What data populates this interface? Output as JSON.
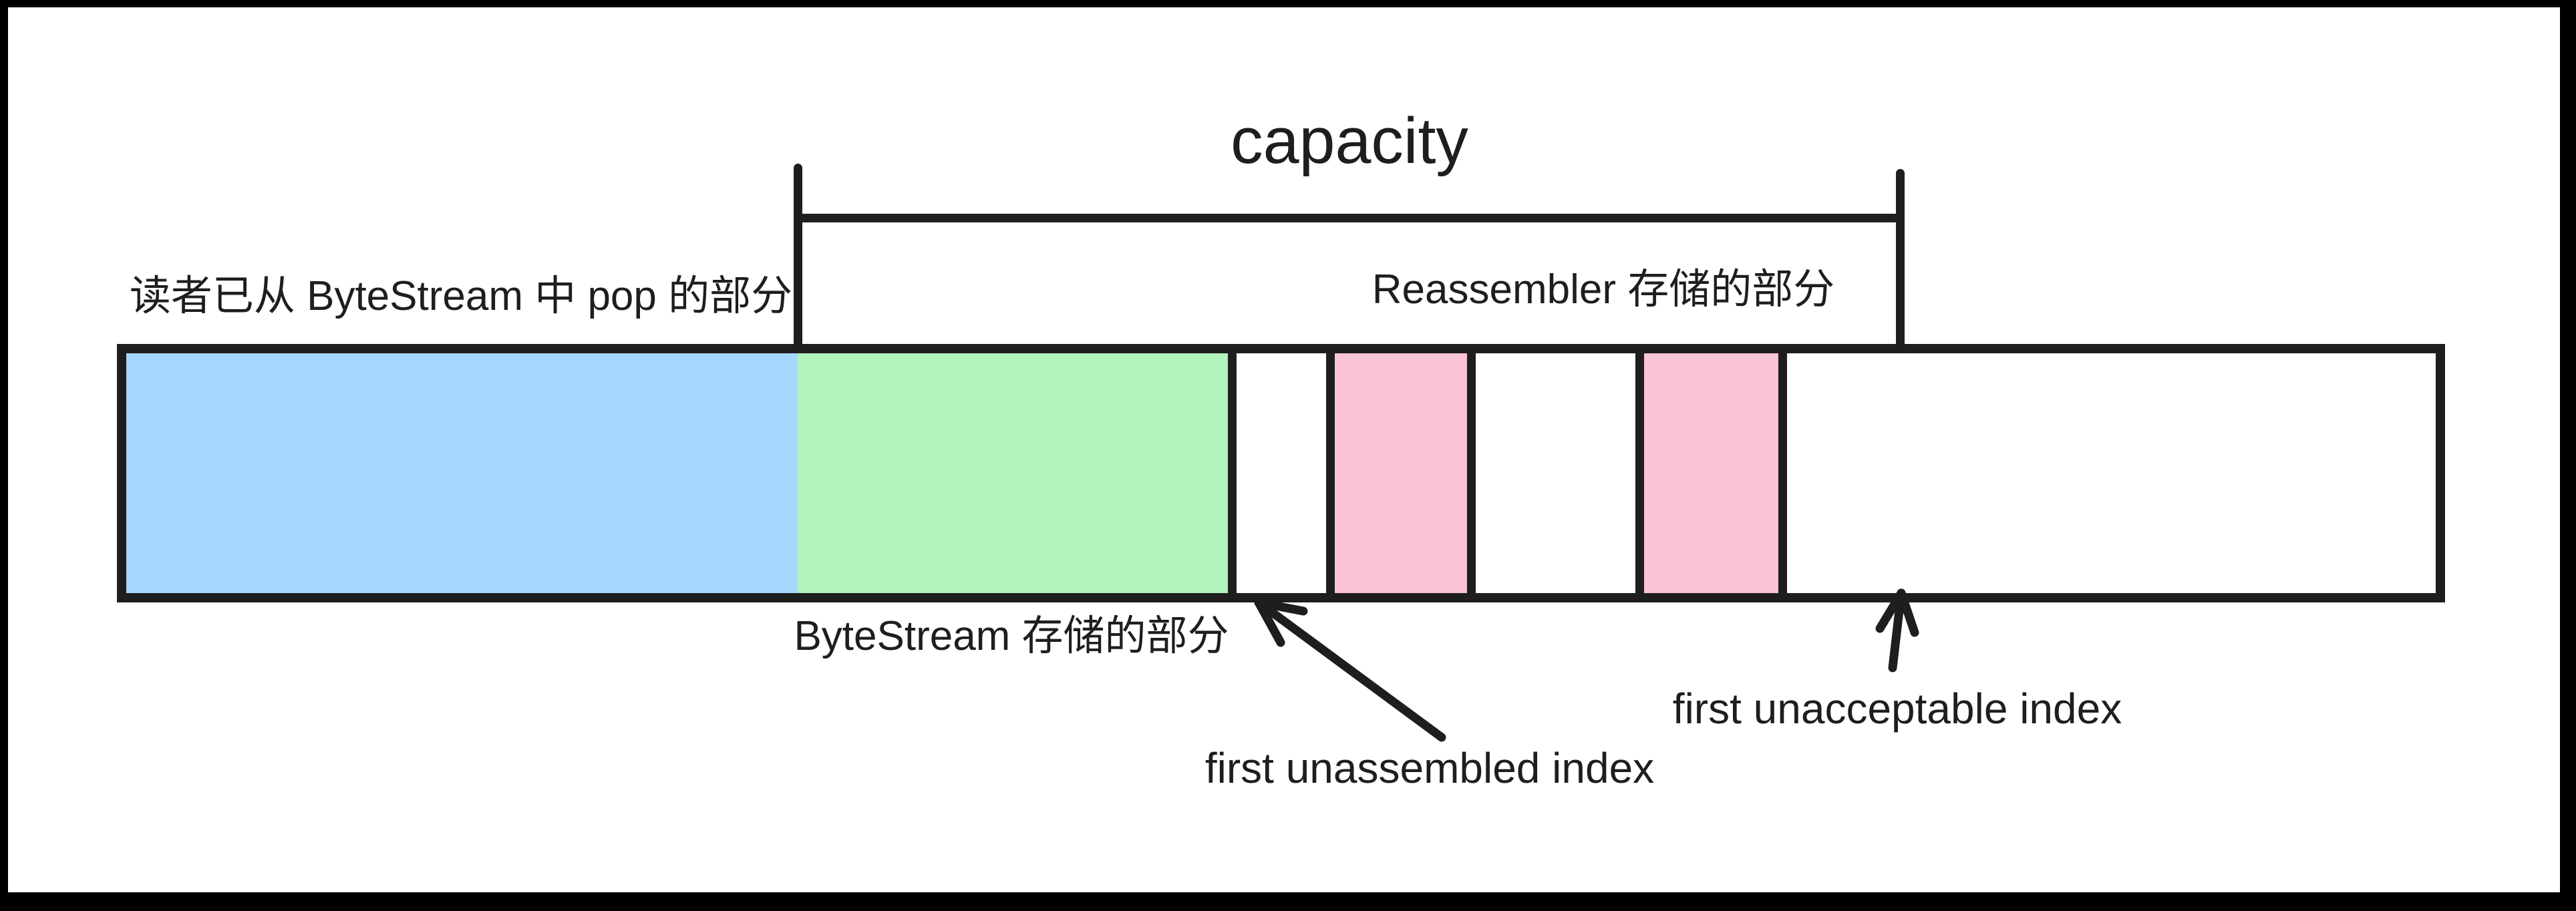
{
  "diagram": {
    "title": "capacity",
    "labels": {
      "popped": "读者已从 ByteStream 中 pop 的部分",
      "reassembler": "Reassembler 存储的部分",
      "bytestream": "ByteStream 存储的部分",
      "first_unassembled": "first unassembled index",
      "first_unacceptable": "first unacceptable index"
    },
    "colors": {
      "stroke": "#1e1e1e",
      "frame": "#000000",
      "background": "#ffffff",
      "popped_fill": "#a5d8ff",
      "bytestream_fill": "#b2f2bb",
      "reassembler_fill": "#fcc2d7",
      "empty_fill": "#ffffff"
    },
    "bar": {
      "segments": [
        {
          "name": "popped",
          "fill": "popped_fill",
          "width_pct": 29.07,
          "divider_left": false
        },
        {
          "name": "bytestream-stored",
          "fill": "bytestream_fill",
          "width_pct": 18.63,
          "divider_left": false
        },
        {
          "name": "gap-1",
          "fill": "empty_fill",
          "width_pct": 4.25,
          "divider_left": true
        },
        {
          "name": "reassembler-stored-1",
          "fill": "reassembler_fill",
          "width_pct": 6.1,
          "divider_left": true
        },
        {
          "name": "gap-2",
          "fill": "empty_fill",
          "width_pct": 7.29,
          "divider_left": true
        },
        {
          "name": "reassembler-stored-2",
          "fill": "reassembler_fill",
          "width_pct": 6.19,
          "divider_left": true
        },
        {
          "name": "gap-3",
          "fill": "empty_fill",
          "width_pct": 5.29,
          "divider_left": true
        },
        {
          "name": "beyond-window",
          "fill": "empty_fill",
          "width_pct": 23.18,
          "divider_left": false
        }
      ]
    }
  }
}
